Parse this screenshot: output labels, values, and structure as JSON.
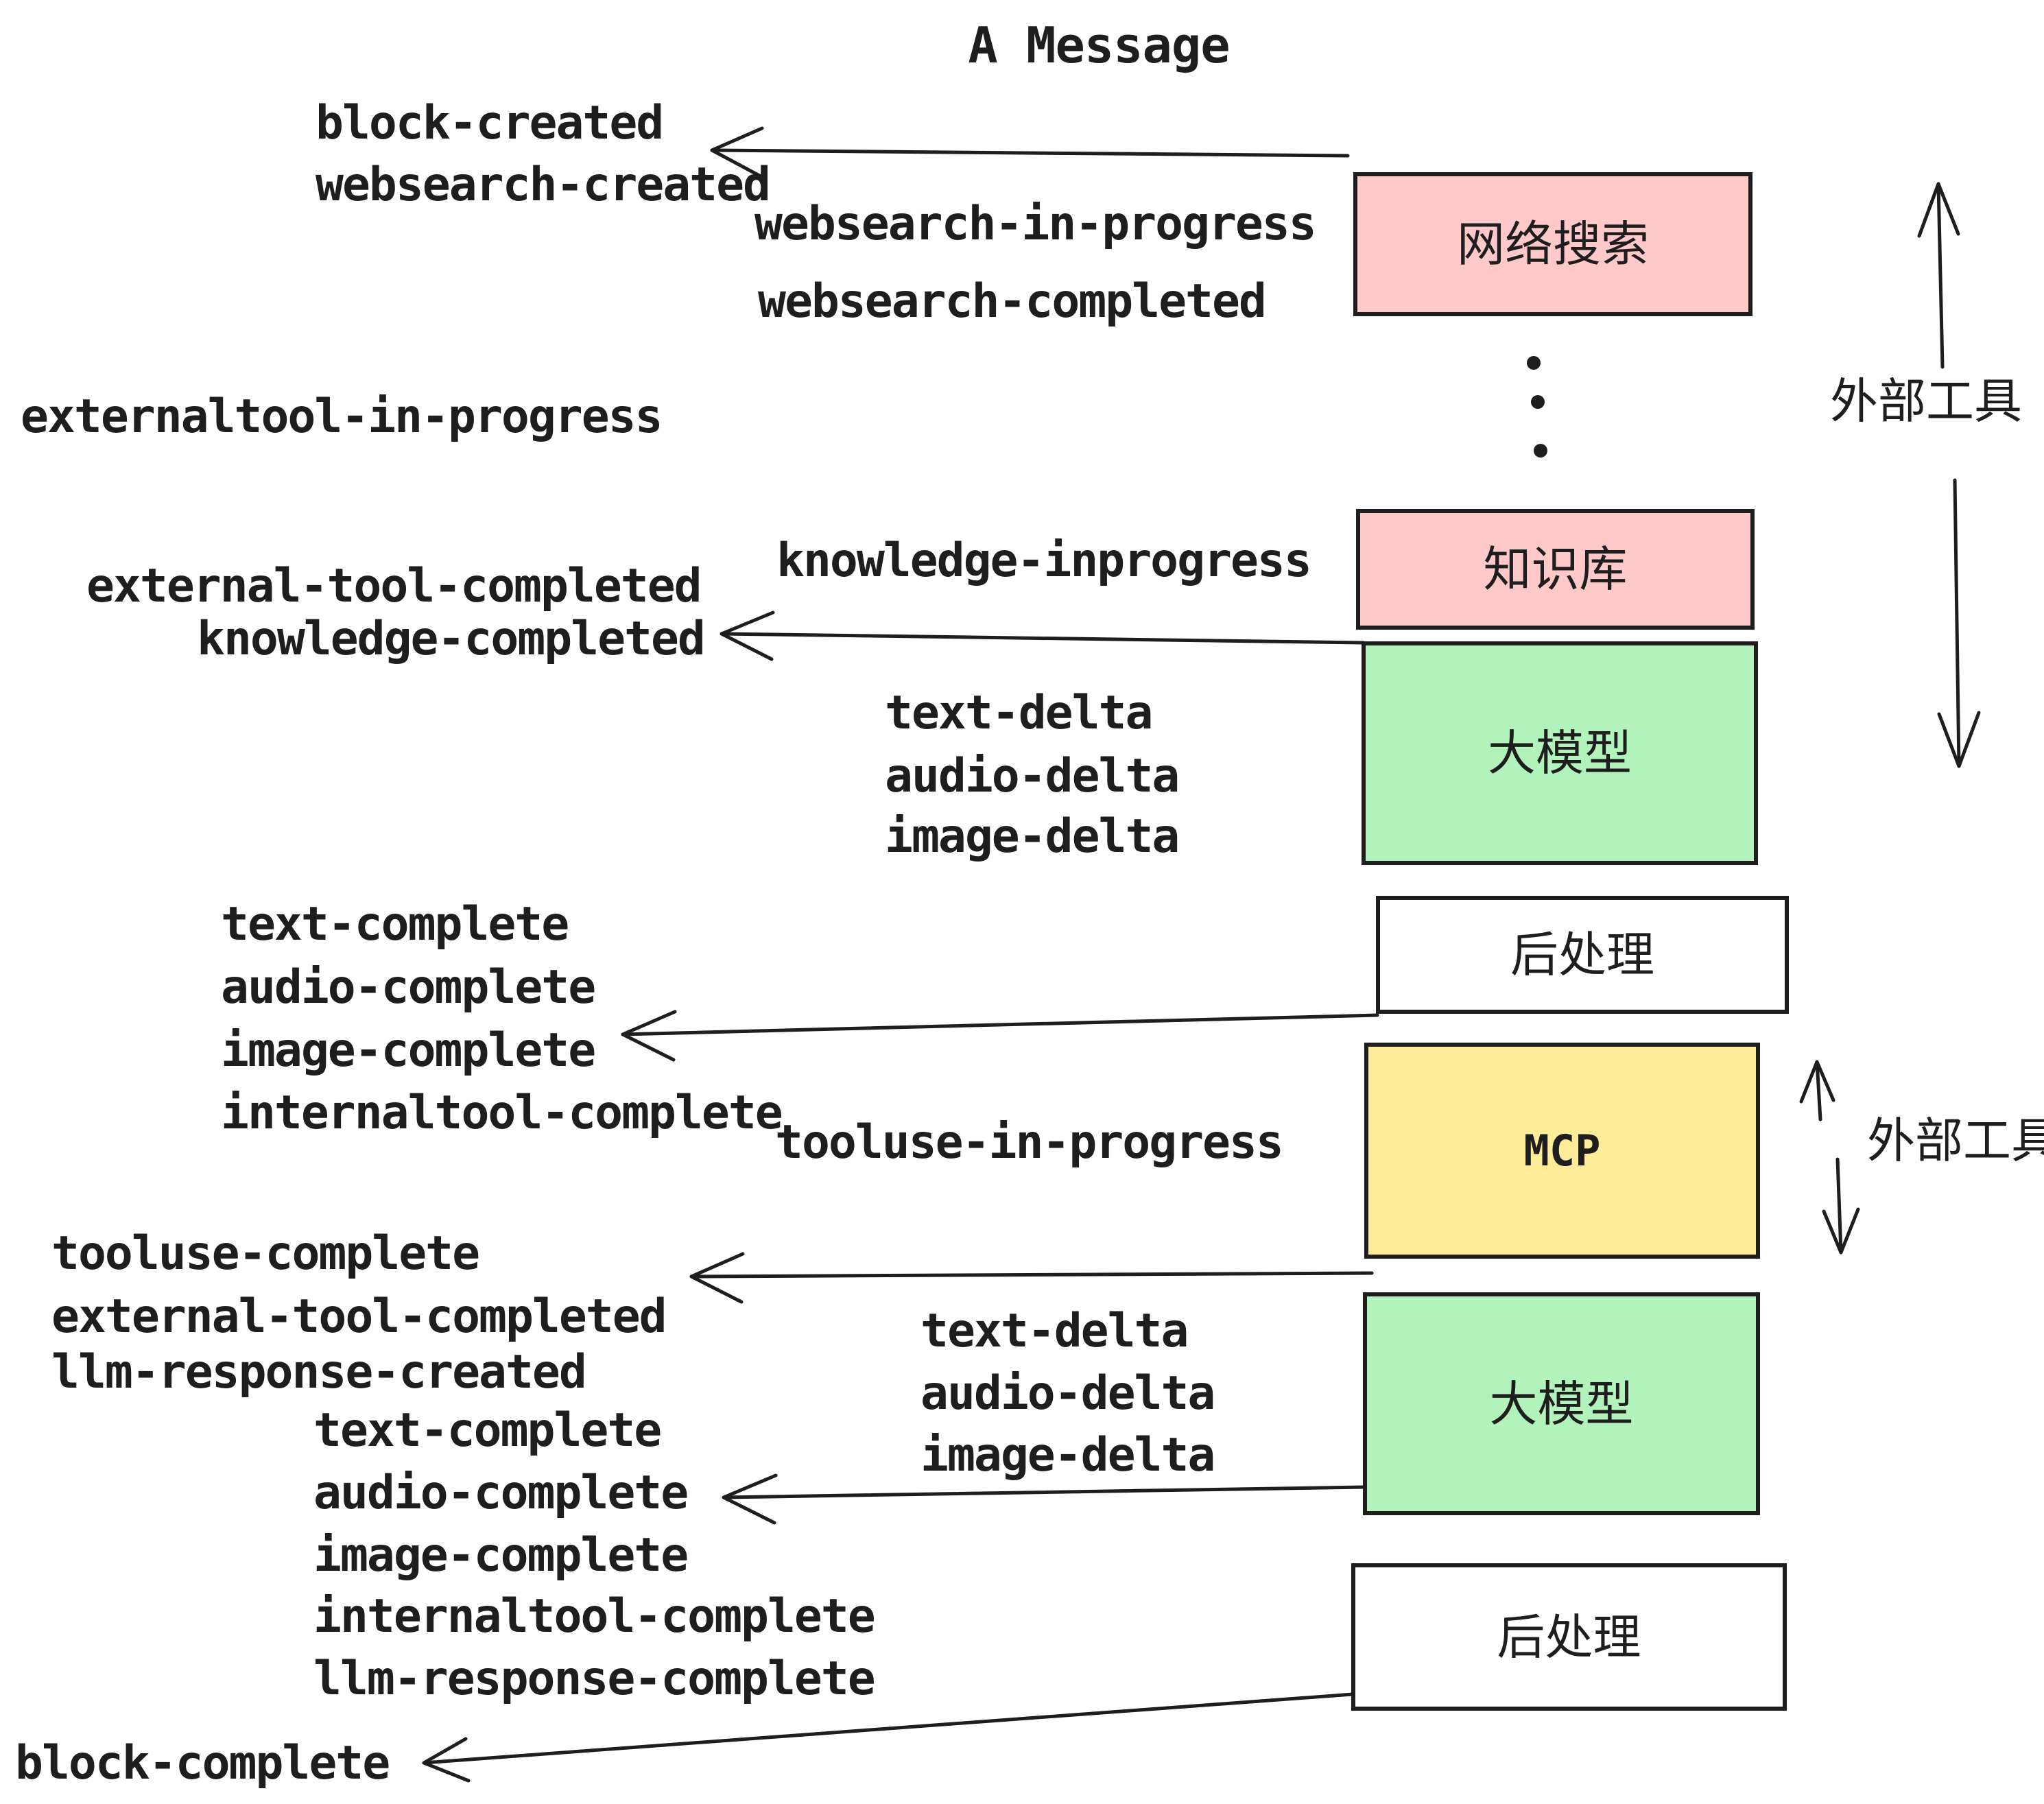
{
  "title": "A Message",
  "colors": {
    "ink": "#1E1E1E",
    "box_pink": "#FFC9C9",
    "box_green": "#B2F2BB",
    "box_yellow": "#FFEC99",
    "box_white": "#FFFFFF"
  },
  "boxes": {
    "websearch": {
      "label": "网络搜索"
    },
    "knowledge": {
      "label": "知识库"
    },
    "llm_top": {
      "label": "大模型"
    },
    "post_top": {
      "label": "后处理"
    },
    "mcp": {
      "label": "MCP"
    },
    "llm_bottom": {
      "label": "大模型"
    },
    "post_bottom": {
      "label": "后处理"
    }
  },
  "side_labels": {
    "external_tools_top": "外部工具",
    "external_tools_bottom": "外部工具"
  },
  "events": {
    "block_created": "block-created",
    "websearch_created": "websearch-created",
    "websearch_in_progress": "websearch-in-progress",
    "websearch_completed": "websearch-completed",
    "externaltool_in_progress": "externaltool-in-progress",
    "knowledge_inprogress": "knowledge-inprogress",
    "external_tool_completed_top": "external-tool-completed",
    "knowledge_completed": "knowledge-completed",
    "text_delta_top": "text-delta",
    "audio_delta_top": "audio-delta",
    "image_delta_top": "image-delta",
    "text_complete_top": "text-complete",
    "audio_complete_top": "audio-complete",
    "image_complete_top": "image-complete",
    "internaltool_complete_top": "internaltool-complete",
    "tooluse_in_progress": "tooluse-in-progress",
    "tooluse_complete": "tooluse-complete",
    "external_tool_completed_bottom": "external-tool-completed",
    "llm_response_created": "llm-response-created",
    "text_delta_bottom": "text-delta",
    "audio_delta_bottom": "audio-delta",
    "image_delta_bottom": "image-delta",
    "text_complete_bottom": "text-complete",
    "audio_complete_bottom": "audio-complete",
    "image_complete_bottom": "image-complete",
    "internaltool_complete_bottom": "internaltool-complete",
    "llm_response_complete": "llm-response-complete",
    "block_complete": "block-complete"
  }
}
